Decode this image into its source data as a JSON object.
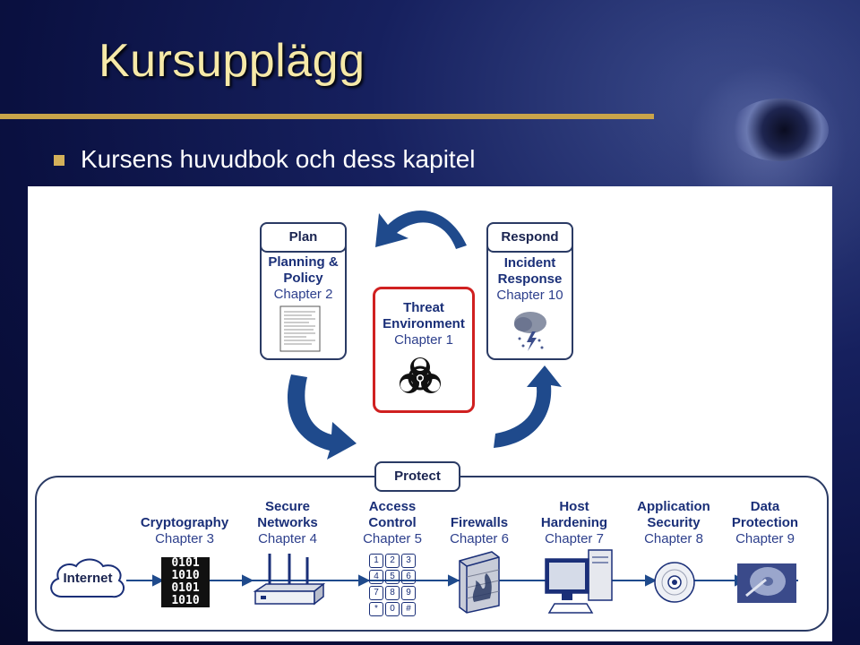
{
  "slide": {
    "title": "Kursupplägg",
    "bullet": "Kursens huvudbok och dess kapitel"
  },
  "figure": {
    "plan": {
      "header": "Plan",
      "line1": "Planning &",
      "line2": "Policy",
      "chapter": "Chapter 2"
    },
    "respond": {
      "header": "Respond",
      "line1": "Incident",
      "line2": "Response",
      "chapter": "Chapter 10"
    },
    "threat": {
      "line1": "Threat",
      "line2": "Environment",
      "chapter": "Chapter 1"
    },
    "protect": {
      "header": "Protect"
    },
    "internet": "Internet",
    "stages": [
      {
        "line1": "",
        "line2": "Cryptography",
        "chapter": "Chapter 3"
      },
      {
        "line1": "Secure",
        "line2": "Networks",
        "chapter": "Chapter 4"
      },
      {
        "line1": "Access",
        "line2": "Control",
        "chapter": "Chapter 5"
      },
      {
        "line1": "",
        "line2": "Firewalls",
        "chapter": "Chapter 6"
      },
      {
        "line1": "Host",
        "line2": "Hardening",
        "chapter": "Chapter 7"
      },
      {
        "line1": "Application",
        "line2": "Security",
        "chapter": "Chapter 8"
      },
      {
        "line1": "Data",
        "line2": "Protection",
        "chapter": "Chapter 9"
      }
    ],
    "keypad": [
      "1",
      "2",
      "3",
      "4",
      "5",
      "6",
      "7",
      "8",
      "9",
      "*",
      "0",
      "#"
    ],
    "binary": [
      "0101",
      "1010",
      "0101",
      "1010"
    ],
    "colors": {
      "navy": "#1a2f78",
      "arrow": "#1f4a8c",
      "threat_border": "#d02020"
    }
  }
}
